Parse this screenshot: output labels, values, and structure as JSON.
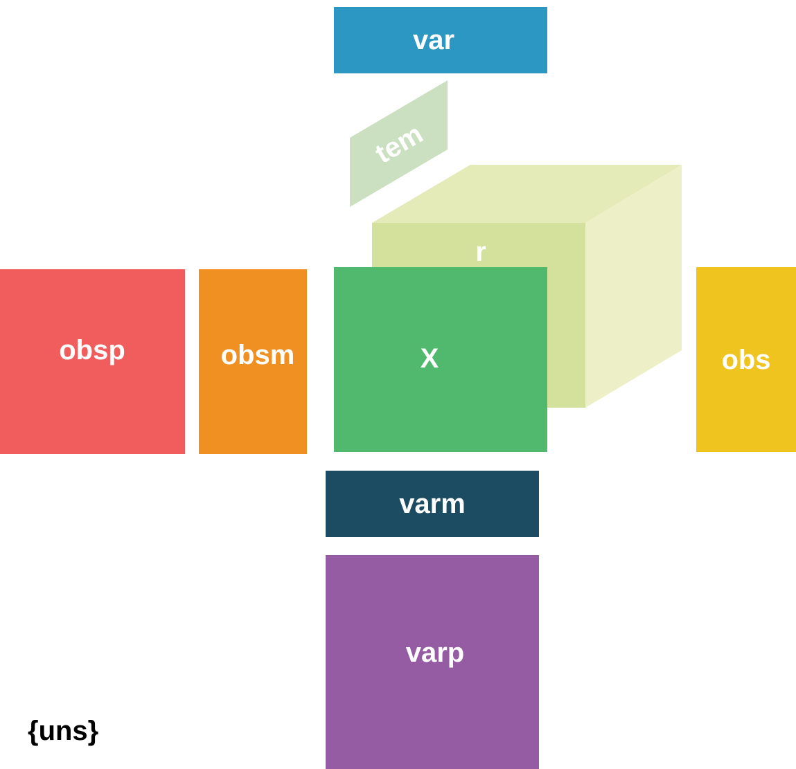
{
  "blocks": {
    "var": {
      "label": "var",
      "color": "#2c97c3"
    },
    "tem": {
      "label": "tem",
      "color": "#cbe0c0"
    },
    "r": {
      "label": "r",
      "front_color": "#d4e19d",
      "top_color": "#e5eab9",
      "side_color": "#edf0c7"
    },
    "obsp": {
      "label": "obsp",
      "color": "#f05d5c"
    },
    "obsm": {
      "label": "obsm",
      "color": "#f09022"
    },
    "x": {
      "label": "X",
      "color": "#51b96e"
    },
    "obs": {
      "label": "obs",
      "color": "#efc41f"
    },
    "varm": {
      "label": "varm",
      "color": "#1b4c61"
    },
    "varp": {
      "label": "varp",
      "color": "#955ca4"
    }
  },
  "corner": {
    "label": "{uns}"
  }
}
